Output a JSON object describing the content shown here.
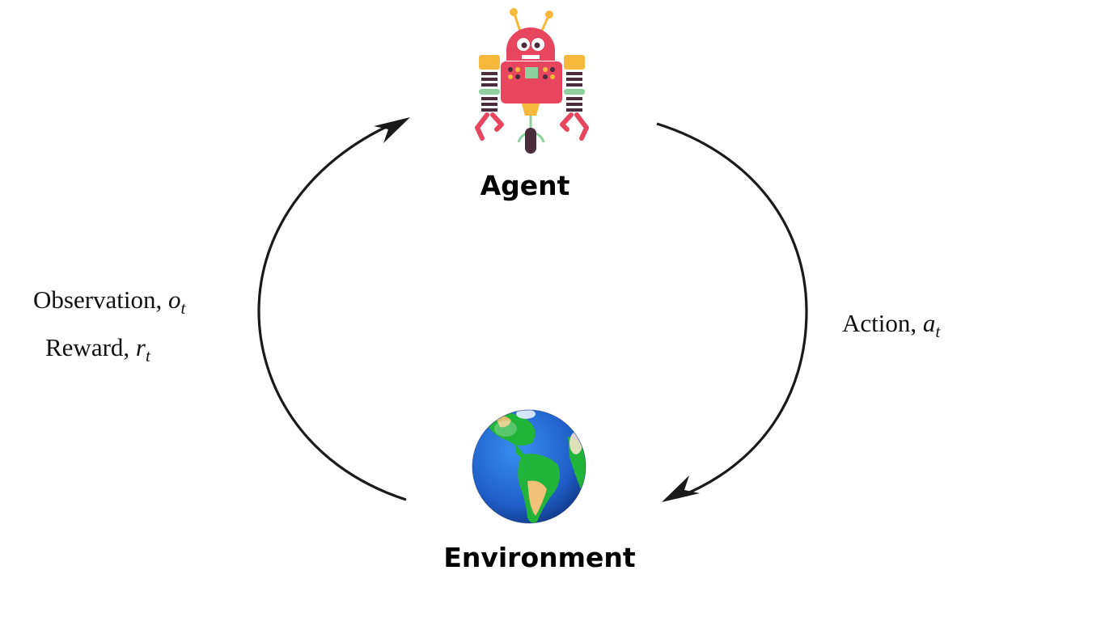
{
  "agent": {
    "label": "Agent",
    "icon": "robot-icon"
  },
  "environment": {
    "label": "Environment",
    "icon": "earth-globe-icon"
  },
  "left_edge": {
    "line1_text": "Observation, ",
    "line1_var": "o",
    "line1_sub": "t",
    "line2_text": "Reward, ",
    "line2_var": "r",
    "line2_sub": "t"
  },
  "right_edge": {
    "text": "Action, ",
    "var": "a",
    "sub": "t"
  },
  "colors": {
    "arrow": "#1a1a1a",
    "robot_body": "#e8455f",
    "robot_accent": "#f6b93b",
    "robot_dark": "#4a2c3a",
    "robot_green": "#8fd19e",
    "ocean": "#1f6fd1",
    "land_green": "#22b33a",
    "land_sand": "#f2c27a"
  }
}
